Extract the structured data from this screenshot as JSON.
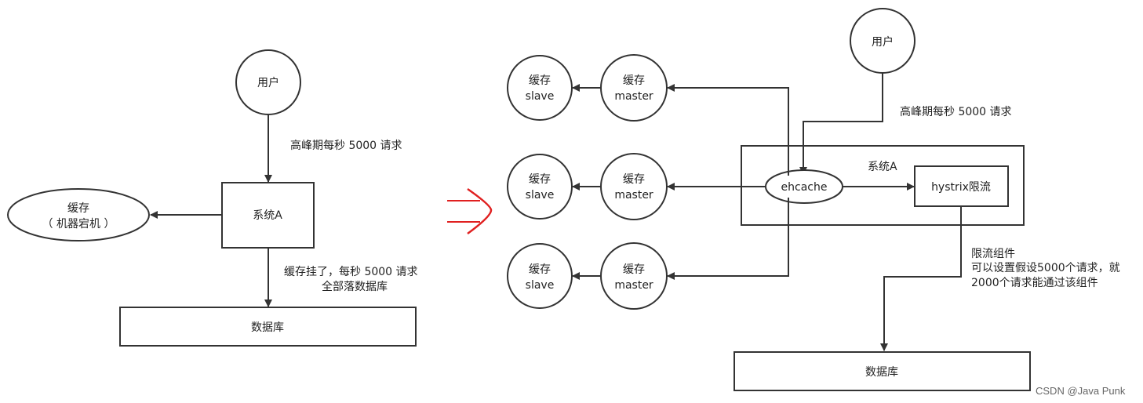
{
  "left": {
    "user": "用户",
    "peak_label": "高峰期每秒 5000 请求",
    "system": "系统A",
    "cache_line1": "缓存",
    "cache_line2": "（ 机器宕机 ）",
    "failure_line1": "缓存挂了，每秒 5000 请求",
    "failure_line2": "全部落数据库",
    "database": "数据库"
  },
  "arrow_symbol": "⇒",
  "right": {
    "user": "用户",
    "peak_label": "高峰期每秒 5000 请求",
    "system": "系统A",
    "ehcache": "ehcache",
    "hystrix": "hystrix限流",
    "cache_label": "缓存",
    "master_label": "master",
    "slave_label": "slave",
    "limit_line1": "限流组件",
    "limit_line2": "可以设置假设5000个请求，就",
    "limit_line3": "2000个请求能通过该组件",
    "database": "数据库"
  },
  "watermark": "CSDN @Java Punk",
  "colors": {
    "stroke": "#333333",
    "accent_arrow": "#e02020"
  }
}
